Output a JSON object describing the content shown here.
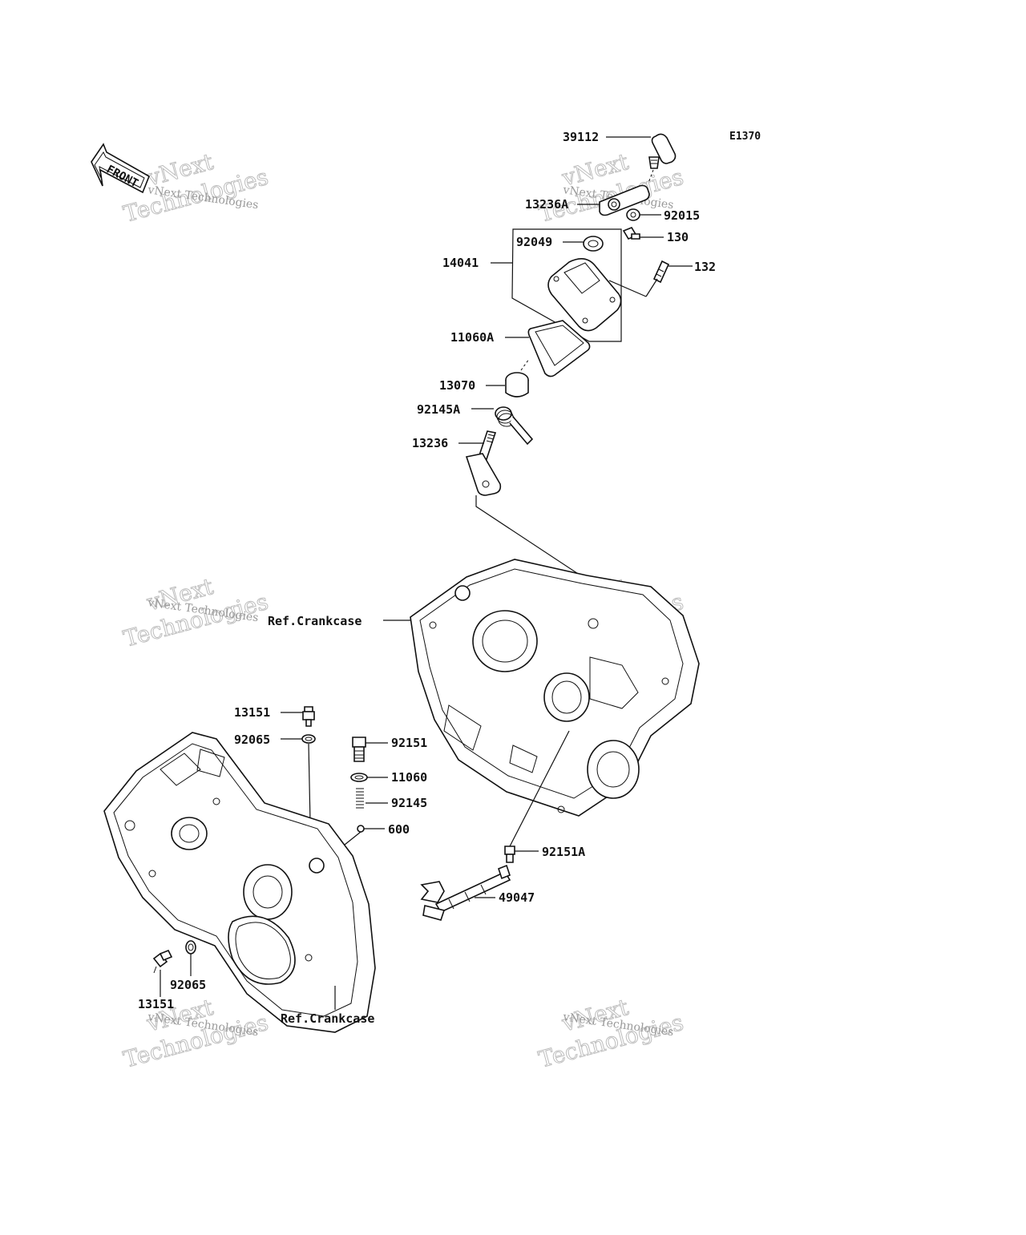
{
  "diagram_code": "E1370",
  "front_label": "FRONT",
  "watermark": {
    "line1": "vNext",
    "line2": "Technologies",
    "line3": "vNext Technologies"
  },
  "parts": {
    "p39112": "39112",
    "p13236A": "13236A",
    "p92015": "92015",
    "p92049": "92049",
    "p130": "130",
    "p14041": "14041",
    "p132": "132",
    "p11060A": "11060A",
    "p13070": "13070",
    "p92145A": "92145A",
    "p13236": "13236",
    "ref_crankcase_upper": "Ref.Crankcase",
    "p13151_top": "13151",
    "p92065_top": "92065",
    "p92151": "92151",
    "p11060": "11060",
    "p92145": "92145",
    "p600": "600",
    "p92151A": "92151A",
    "p49047": "49047",
    "p92065_bottom": "92065",
    "p13151_bottom": "13151",
    "ref_crankcase_lower": "Ref.Crankcase"
  }
}
